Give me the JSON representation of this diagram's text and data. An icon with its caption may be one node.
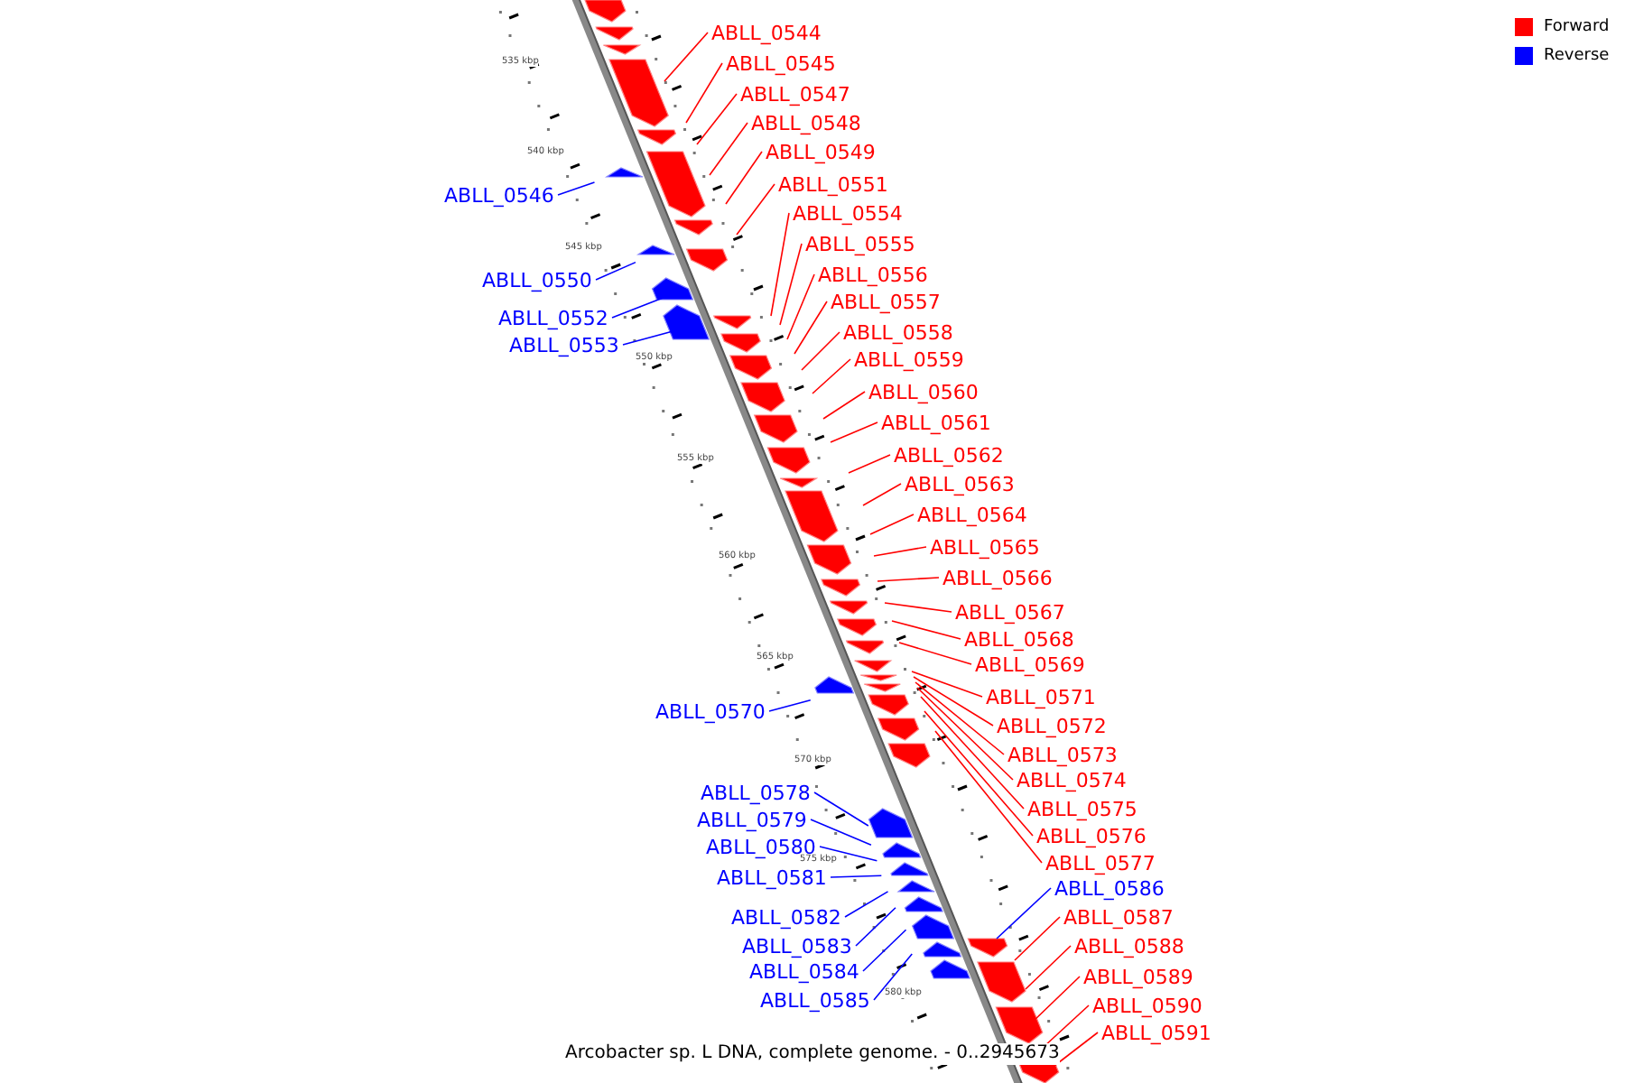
{
  "diagram": {
    "caption": "Arcobacter sp. L DNA, complete genome. - 0..2945673",
    "nodes": [
      {
        "text": [
          "ABLL_0544"
        ]
      },
      {
        "text": [
          "ABLL_0545"
        ]
      },
      {
        "text": [
          "ABLL_0547"
        ]
      },
      {
        "text": [
          "ABLL_0548"
        ]
      },
      {
        "text": [
          "ABLL_0549"
        ]
      },
      {
        "text": [
          "ABLL_0546"
        ]
      },
      {
        "text": [
          "ABLL_0551"
        ]
      },
      {
        "text": [
          "ABLL_0554"
        ]
      },
      {
        "text": [
          "ABLL_0555"
        ]
      },
      {
        "text": [
          "ABLL_0550"
        ]
      },
      {
        "text": [
          "ABLL_0556"
        ]
      },
      {
        "text": [
          "ABLL_0557"
        ]
      },
      {
        "text": [
          "ABLL_0552"
        ]
      },
      {
        "text": [
          "ABLL_0558"
        ]
      },
      {
        "text": [
          "ABLL_0553"
        ]
      },
      {
        "text": [
          "ABLL_0559"
        ]
      },
      {
        "text": [
          "ABLL_0560"
        ]
      },
      {
        "text": [
          "ABLL_0561"
        ]
      },
      {
        "text": [
          "ABLL_0562"
        ]
      },
      {
        "text": [
          "ABLL_0563"
        ]
      },
      {
        "text": [
          "ABLL_0564"
        ]
      },
      {
        "text": [
          "ABLL_0565"
        ]
      },
      {
        "text": [
          "ABLL_0566"
        ]
      },
      {
        "text": [
          "ABLL_0567"
        ]
      },
      {
        "text": [
          "ABLL_0568"
        ]
      },
      {
        "text": [
          "ABLL_0569"
        ]
      },
      {
        "text": [
          "ABLL_0571"
        ]
      },
      {
        "text": [
          "ABLL_0572"
        ]
      },
      {
        "text": [
          "ABLL_0573"
        ]
      },
      {
        "text": [
          "ABLL_0574"
        ]
      },
      {
        "text": [
          "ABLL_0575"
        ]
      },
      {
        "text": [
          "ABLL_0570"
        ]
      },
      {
        "text": [
          "ABLL_0578"
        ]
      },
      {
        "text": [
          "ABLL_0576"
        ]
      },
      {
        "text": [
          "ABLL_0579"
        ]
      },
      {
        "text": [
          "ABLL_0580"
        ]
      },
      {
        "text": [
          "ABLL_0577"
        ]
      },
      {
        "text": [
          "ABLL_0581"
        ]
      },
      {
        "text": [
          "ABLL_0586"
        ]
      },
      {
        "text": [
          "ABLL_0582"
        ]
      },
      {
        "text": [
          "ABLL_0587"
        ]
      },
      {
        "text": [
          "ABLL_0583"
        ]
      },
      {
        "text": [
          "ABLL_0588"
        ]
      },
      {
        "text": [
          "ABLL_0584"
        ]
      },
      {
        "text": [
          "ABLL_0589"
        ]
      },
      {
        "text": [
          "ABLL_0585"
        ]
      },
      {
        "text": [
          "ABLL_0590"
        ]
      },
      {
        "text": [
          "ABLL_0591"
        ]
      }
    ],
    "edges": [
      {
        "from": 0,
        "to": null,
        "arrow": "none"
      },
      {
        "from": 1,
        "to": null,
        "arrow": "none"
      },
      {
        "from": 2,
        "to": null,
        "arrow": "none"
      },
      {
        "from": 3,
        "to": null,
        "arrow": "none"
      },
      {
        "from": 4,
        "to": null,
        "arrow": "none"
      },
      {
        "from": 5,
        "to": null,
        "arrow": "none",
        "color": "#0000ff"
      },
      {
        "from": 6,
        "to": null,
        "arrow": "none"
      },
      {
        "from": 7,
        "to": null,
        "arrow": "none"
      },
      {
        "from": 8,
        "to": null,
        "arrow": "none"
      },
      {
        "from": 9,
        "to": null,
        "arrow": "none",
        "color": "#0000ff"
      },
      {
        "from": 10,
        "to": null,
        "arrow": "none"
      },
      {
        "from": 11,
        "to": null,
        "arrow": "none"
      },
      {
        "from": 12,
        "to": null,
        "arrow": "none",
        "color": "#0000ff"
      },
      {
        "from": 13,
        "to": null,
        "arrow": "none"
      },
      {
        "from": 14,
        "to": null,
        "arrow": "none",
        "color": "#0000ff"
      },
      {
        "from": 15,
        "to": null,
        "arrow": "none"
      },
      {
        "from": 16,
        "to": null,
        "arrow": "none"
      },
      {
        "from": 17,
        "to": null,
        "arrow": "none"
      },
      {
        "from": 18,
        "to": null,
        "arrow": "none"
      },
      {
        "from": 19,
        "to": null,
        "arrow": "none"
      },
      {
        "from": 20,
        "to": null,
        "arrow": "none"
      },
      {
        "from": 21,
        "to": null,
        "arrow": "none"
      },
      {
        "from": 22,
        "to": null,
        "arrow": "none"
      },
      {
        "from": 23,
        "to": null,
        "arrow": "none"
      },
      {
        "from": 24,
        "to": null,
        "arrow": "none"
      },
      {
        "from": 25,
        "to": null,
        "arrow": "none"
      },
      {
        "from": 26,
        "to": null,
        "arrow": "none"
      },
      {
        "from": 27,
        "to": null,
        "arrow": "none"
      },
      {
        "from": 28,
        "to": null,
        "arrow": "none"
      },
      {
        "from": 29,
        "to": null,
        "arrow": "none"
      },
      {
        "from": 30,
        "to": null,
        "arrow": "none"
      },
      {
        "from": 31,
        "to": null,
        "arrow": "none",
        "color": "#0000ff"
      },
      {
        "from": 32,
        "to": null,
        "arrow": "none",
        "color": "#0000ff"
      },
      {
        "from": 33,
        "to": null,
        "arrow": "none"
      },
      {
        "from": 34,
        "to": null,
        "arrow": "none",
        "color": "#0000ff"
      },
      {
        "from": 35,
        "to": null,
        "arrow": "none",
        "color": "#0000ff"
      },
      {
        "from": 36,
        "to": null,
        "arrow": "none"
      },
      {
        "from": 37,
        "to": null,
        "arrow": "none",
        "color": "#0000ff"
      },
      {
        "from": 38,
        "to": null,
        "arrow": "none",
        "color": "#0000ff"
      },
      {
        "from": 39,
        "to": null,
        "arrow": "none",
        "color": "#0000ff"
      },
      {
        "from": 40,
        "to": null,
        "arrow": "none"
      },
      {
        "from": 41,
        "to": null,
        "arrow": "none",
        "color": "#0000ff"
      },
      {
        "from": 42,
        "to": null,
        "arrow": "none"
      },
      {
        "from": 43,
        "to": null,
        "arrow": "none",
        "color": "#0000ff"
      },
      {
        "from": 44,
        "to": null,
        "arrow": "none"
      },
      {
        "from": 45,
        "to": null,
        "arrow": "none",
        "color": "#0000ff"
      },
      {
        "from": 46,
        "to": null,
        "arrow": "none"
      },
      {
        "from": 47,
        "to": null,
        "arrow": "none"
      }
    ],
    "labels": [
      "535 kbp",
      "540 kbp",
      "545 kbp",
      "550 kbp",
      "555 kbp",
      "560 kbp",
      "565 kbp",
      "570 kbp",
      "575 kbp",
      "580 kbp"
    ],
    "legend": [
      {
        "text": "Forward",
        "color": "#ff0000"
      },
      {
        "text": "Reverse",
        "color": "#0000ff"
      }
    ]
  }
}
